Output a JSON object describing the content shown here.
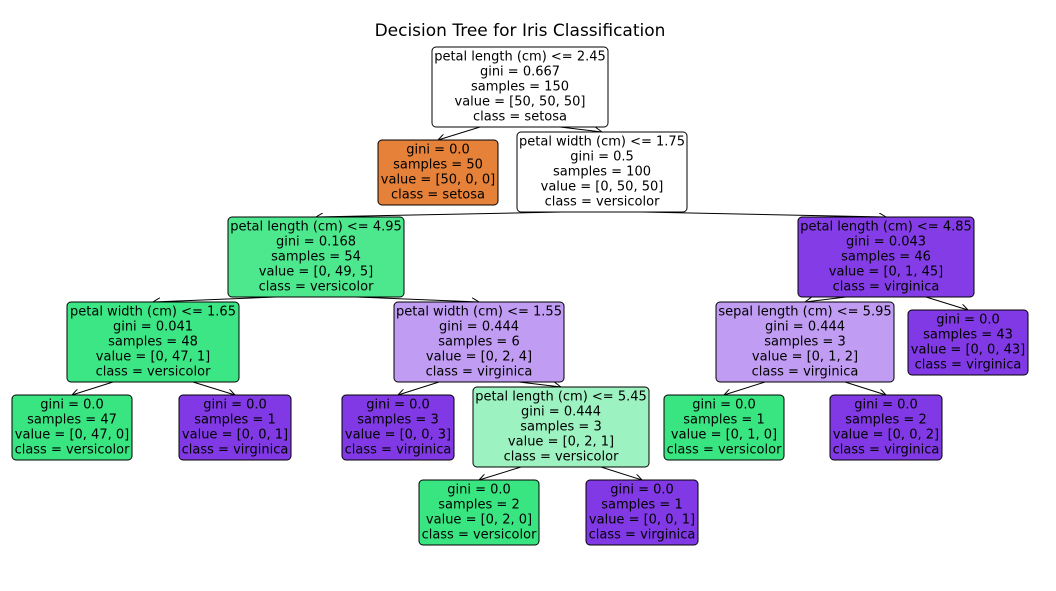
{
  "title": "Decision Tree for Iris Classification",
  "colors": {
    "setosa": "#e58139",
    "versicolor": "#39e581",
    "virginica": "#8139e5",
    "white": "#ffffff",
    "versicolor_light": "#9cf2c0",
    "virginica_light": "#c09cf2",
    "versicolor_mid": "#3de684",
    "virginica_mid": "#843de6"
  },
  "nodes": [
    {
      "id": "n0",
      "lines": [
        "petal length (cm) <= 2.45",
        "gini = 0.667",
        "samples = 150",
        "value = [50, 50, 50]",
        "class = setosa"
      ],
      "color": "#ffffff"
    },
    {
      "id": "n1",
      "lines": [
        "gini = 0.0",
        "samples = 50",
        "value = [50, 0, 0]",
        "class = setosa"
      ],
      "color": "#e58139"
    },
    {
      "id": "n2",
      "lines": [
        "petal width (cm) <= 1.75",
        "gini = 0.5",
        "samples = 100",
        "value = [0, 50, 50]",
        "class = versicolor"
      ],
      "color": "#ffffff"
    },
    {
      "id": "n3",
      "lines": [
        "petal length (cm) <= 4.95",
        "gini = 0.168",
        "samples = 54",
        "value = [0, 49, 5]",
        "class = versicolor"
      ],
      "color": "#4de88e"
    },
    {
      "id": "n4",
      "lines": [
        "petal length (cm) <= 4.85",
        "gini = 0.043",
        "samples = 46",
        "value = [0, 1, 45]",
        "class = virginica"
      ],
      "color": "#843de6"
    },
    {
      "id": "n5",
      "lines": [
        "petal width (cm) <= 1.65",
        "gini = 0.041",
        "samples = 48",
        "value = [0, 47, 1]",
        "class = versicolor"
      ],
      "color": "#3de684"
    },
    {
      "id": "n6",
      "lines": [
        "petal width (cm) <= 1.55",
        "gini = 0.444",
        "samples = 6",
        "value = [0, 2, 4]",
        "class = virginica"
      ],
      "color": "#c09cf2"
    },
    {
      "id": "n7",
      "lines": [
        "sepal length (cm) <= 5.95",
        "gini = 0.444",
        "samples = 3",
        "value = [0, 1, 2]",
        "class = virginica"
      ],
      "color": "#c09cf2"
    },
    {
      "id": "n8",
      "lines": [
        "gini = 0.0",
        "samples = 43",
        "value = [0, 0, 43]",
        "class = virginica"
      ],
      "color": "#8139e5"
    },
    {
      "id": "n9",
      "lines": [
        "gini = 0.0",
        "samples = 47",
        "value = [0, 47, 0]",
        "class = versicolor"
      ],
      "color": "#39e581"
    },
    {
      "id": "n10",
      "lines": [
        "gini = 0.0",
        "samples = 1",
        "value = [0, 0, 1]",
        "class = virginica"
      ],
      "color": "#8139e5"
    },
    {
      "id": "n11",
      "lines": [
        "gini = 0.0",
        "samples = 3",
        "value = [0, 0, 3]",
        "class = virginica"
      ],
      "color": "#8139e5"
    },
    {
      "id": "n12",
      "lines": [
        "petal length (cm) <= 5.45",
        "gini = 0.444",
        "samples = 3",
        "value = [0, 2, 1]",
        "class = versicolor"
      ],
      "color": "#9cf2c0"
    },
    {
      "id": "n13",
      "lines": [
        "gini = 0.0",
        "samples = 1",
        "value = [0, 1, 0]",
        "class = versicolor"
      ],
      "color": "#39e581"
    },
    {
      "id": "n14",
      "lines": [
        "gini = 0.0",
        "samples = 2",
        "value = [0, 0, 2]",
        "class = virginica"
      ],
      "color": "#8139e5"
    },
    {
      "id": "n15",
      "lines": [
        "gini = 0.0",
        "samples = 2",
        "value = [0, 2, 0]",
        "class = versicolor"
      ],
      "color": "#39e581"
    },
    {
      "id": "n16",
      "lines": [
        "gini = 0.0",
        "samples = 1",
        "value = [0, 0, 1]",
        "class = virginica"
      ],
      "color": "#8139e5"
    }
  ],
  "edges": [
    [
      "n0",
      "n1"
    ],
    [
      "n0",
      "n2"
    ],
    [
      "n2",
      "n3"
    ],
    [
      "n2",
      "n4"
    ],
    [
      "n3",
      "n5"
    ],
    [
      "n3",
      "n6"
    ],
    [
      "n4",
      "n7"
    ],
    [
      "n4",
      "n8"
    ],
    [
      "n5",
      "n9"
    ],
    [
      "n5",
      "n10"
    ],
    [
      "n6",
      "n11"
    ],
    [
      "n6",
      "n12"
    ],
    [
      "n7",
      "n13"
    ],
    [
      "n7",
      "n14"
    ],
    [
      "n12",
      "n15"
    ],
    [
      "n12",
      "n16"
    ]
  ]
}
